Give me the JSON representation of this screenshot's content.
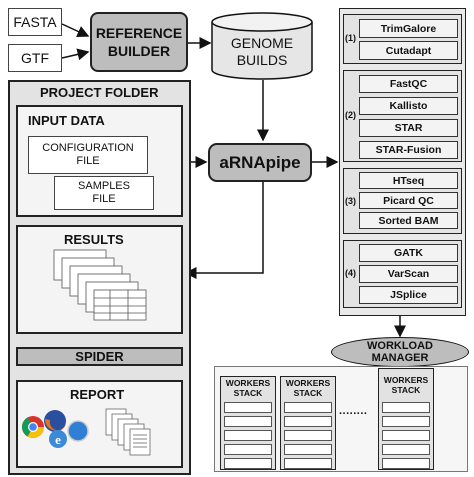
{
  "inputs": {
    "fasta": "FASTA",
    "gtf": "GTF"
  },
  "reference_builder": {
    "line1": "REFERENCE",
    "line2": "BUILDER"
  },
  "genome_builds": {
    "line1": "GENOME",
    "line2": "BUILDS"
  },
  "project_folder": {
    "title": "PROJECT FOLDER",
    "input_data": {
      "title": "INPUT DATA",
      "config_line1": "CONFIGURATION",
      "config_line2": "FILE",
      "samples_line1": "SAMPLES",
      "samples_line2": "FILE"
    },
    "results": {
      "title": "RESULTS"
    },
    "spider": "SPIDER",
    "report": {
      "title": "REPORT"
    }
  },
  "pipeline": {
    "name": "aRNApipe"
  },
  "tool_groups": [
    {
      "number": "(1)",
      "tools": [
        "TrimGalore",
        "Cutadapt"
      ]
    },
    {
      "number": "(2)",
      "tools": [
        "FastQC",
        "Kallisto",
        "STAR",
        "STAR-Fusion"
      ]
    },
    {
      "number": "(3)",
      "tools": [
        "HTseq",
        "Picard QC",
        "Sorted BAM"
      ]
    },
    {
      "number": "(4)",
      "tools": [
        "GATK",
        "VarScan",
        "JSplice"
      ]
    }
  ],
  "workload_manager": {
    "line1": "WORKLOAD",
    "line2": "MANAGER"
  },
  "workers": {
    "head1": "WORKERS",
    "head2": "STACK",
    "ellipsis": "........"
  },
  "icon_names": {
    "browsers": [
      "chrome-icon",
      "firefox-icon",
      "ie-icon",
      "safari-icon"
    ],
    "report_files": "document-stack-icon",
    "results_files": "spreadsheet-stack-icon"
  }
}
